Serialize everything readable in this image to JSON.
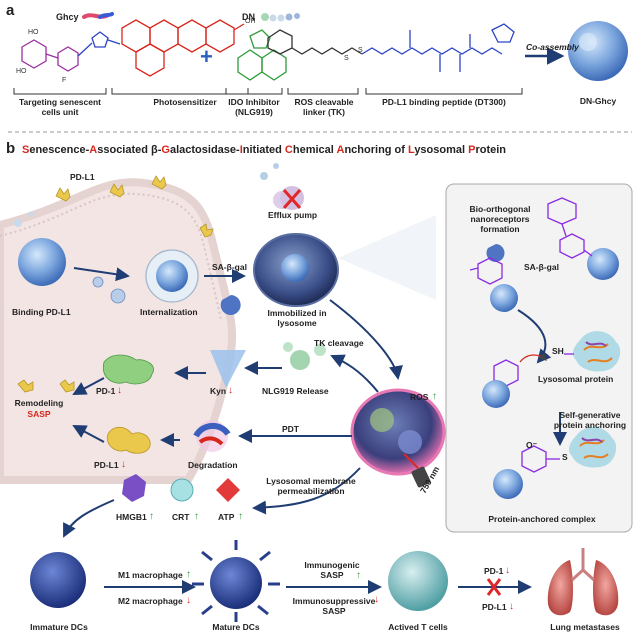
{
  "panel_a": {
    "label": "a",
    "ghcy_title": "Ghcy",
    "dn_title": "DN",
    "plus": "+",
    "units": [
      "Targeting senescent cells unit",
      "Photosensitizer",
      "IDO Inhibitor (NLG919)",
      "ROS cleavable linker (TK)",
      "PD-L1 binding peptide (DT300)"
    ],
    "co_assembly": "Co-assembly",
    "product": "DN-Ghcy"
  },
  "panel_b": {
    "label": "b",
    "title_parts": [
      {
        "t": "S",
        "red": true
      },
      {
        "t": "enescence-",
        "red": false
      },
      {
        "t": "A",
        "red": true
      },
      {
        "t": "ssociated β-",
        "red": false
      },
      {
        "t": "G",
        "red": true
      },
      {
        "t": "alactosidase-",
        "red": false
      },
      {
        "t": "I",
        "red": true
      },
      {
        "t": "nitiated ",
        "red": false
      },
      {
        "t": "C",
        "red": true
      },
      {
        "t": "hemical ",
        "red": false
      },
      {
        "t": "A",
        "red": true
      },
      {
        "t": "nchoring of ",
        "red": false
      },
      {
        "t": "L",
        "red": true
      },
      {
        "t": "ysosomal ",
        "red": false
      },
      {
        "t": "P",
        "red": true
      },
      {
        "t": "rotein",
        "red": false
      }
    ],
    "labels": {
      "pdl1_top": "PD-L1",
      "efflux": "Efflux pump",
      "binding": "Binding PD-L1",
      "internalization": "Internalization",
      "sabgal": "SA-β-gal",
      "immobilized": "Immobilized in lysosome",
      "tk_cleavage": "TK cleavage",
      "nlg_release": "NLG919 Release",
      "kyn": "Kyn",
      "pd1": "PD-1",
      "remodeling": "Remodeling",
      "sasp": "SASP",
      "pdl1_mid": "PD-L1",
      "pdt": "PDT",
      "degradation": "Degradation",
      "ros": "ROS",
      "lmp": "Lysosomal membrane permeabilization",
      "nm750": "750 nm",
      "hmgb1": "HMGB1",
      "crt": "CRT",
      "atp": "ATP",
      "bio_ortho": "Bio-orthogonal nanoreceptors formation",
      "sabgal_right": "SA-β-gal",
      "sh": "SH",
      "lyso_protein": "Lysosomal protein",
      "self_gen": "Self-generative protein anchoring",
      "s_label": "S",
      "anchored_complex": "Protein-anchored complex",
      "o_minus": "O⁻",
      "immature": "Immature DCs",
      "m1": "M1 macrophage",
      "m2": "M2 macrophage",
      "mature": "Mature DCs",
      "immunogenic": "Immunogenic SASP",
      "immunosupp": "Immunosuppressive SASP",
      "tcells": "Actived T cells",
      "pd1_bottom": "PD-1",
      "pdl1_bottom": "PD-L1",
      "lung": "Lung metastases"
    }
  },
  "colors": {
    "red": "#d9261c",
    "green": "#2e9b3a",
    "navy": "#1f3d73",
    "purple": "#8a2be2",
    "membrane": "#e3cfcd"
  }
}
